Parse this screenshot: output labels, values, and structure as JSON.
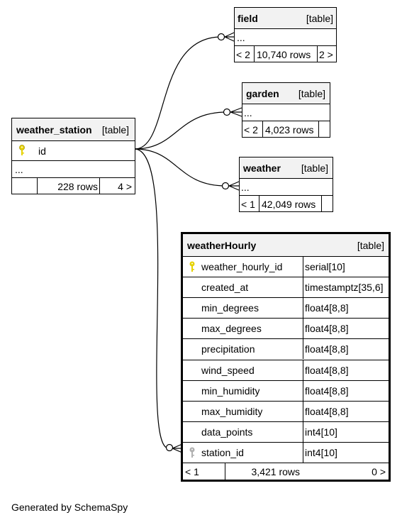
{
  "diagram": {
    "weather_station": {
      "name": "weather_station",
      "kind": "[table]",
      "key_column": "id",
      "ellipsis": "...",
      "rows": "228 rows",
      "children": "4 >"
    },
    "field": {
      "name": "field",
      "kind": "[table]",
      "ellipsis": "...",
      "parents": "< 2",
      "rows": "10,740 rows",
      "children": "2 >"
    },
    "garden": {
      "name": "garden",
      "kind": "[table]",
      "ellipsis": "...",
      "parents": "< 2",
      "rows": "4,023 rows",
      "children": ""
    },
    "weather": {
      "name": "weather",
      "kind": "[table]",
      "ellipsis": "...",
      "parents": "< 1",
      "rows": "42,049 rows",
      "children": ""
    },
    "weatherHourly": {
      "name": "weatherHourly",
      "kind": "[table]",
      "columns": [
        {
          "name": "weather_hourly_id",
          "type": "serial[10]",
          "key": "primary"
        },
        {
          "name": "created_at",
          "type": "timestamptz[35,6]",
          "key": ""
        },
        {
          "name": "min_degrees",
          "type": "float4[8,8]",
          "key": ""
        },
        {
          "name": "max_degrees",
          "type": "float4[8,8]",
          "key": ""
        },
        {
          "name": "precipitation",
          "type": "float4[8,8]",
          "key": ""
        },
        {
          "name": "wind_speed",
          "type": "float4[8,8]",
          "key": ""
        },
        {
          "name": "min_humidity",
          "type": "float4[8,8]",
          "key": ""
        },
        {
          "name": "max_humidity",
          "type": "float4[8,8]",
          "key": ""
        },
        {
          "name": "data_points",
          "type": "int4[10]",
          "key": ""
        },
        {
          "name": "station_id",
          "type": "int4[10]",
          "key": "foreign"
        }
      ],
      "parents": "< 1",
      "rows": "3,421 rows",
      "children": "0 >"
    }
  },
  "colors": {
    "primary_key": "#e6d200",
    "foreign_key": "#b0b0b0",
    "header_bg": "#f2f2f2"
  },
  "footer": "Generated by SchemaSpy"
}
